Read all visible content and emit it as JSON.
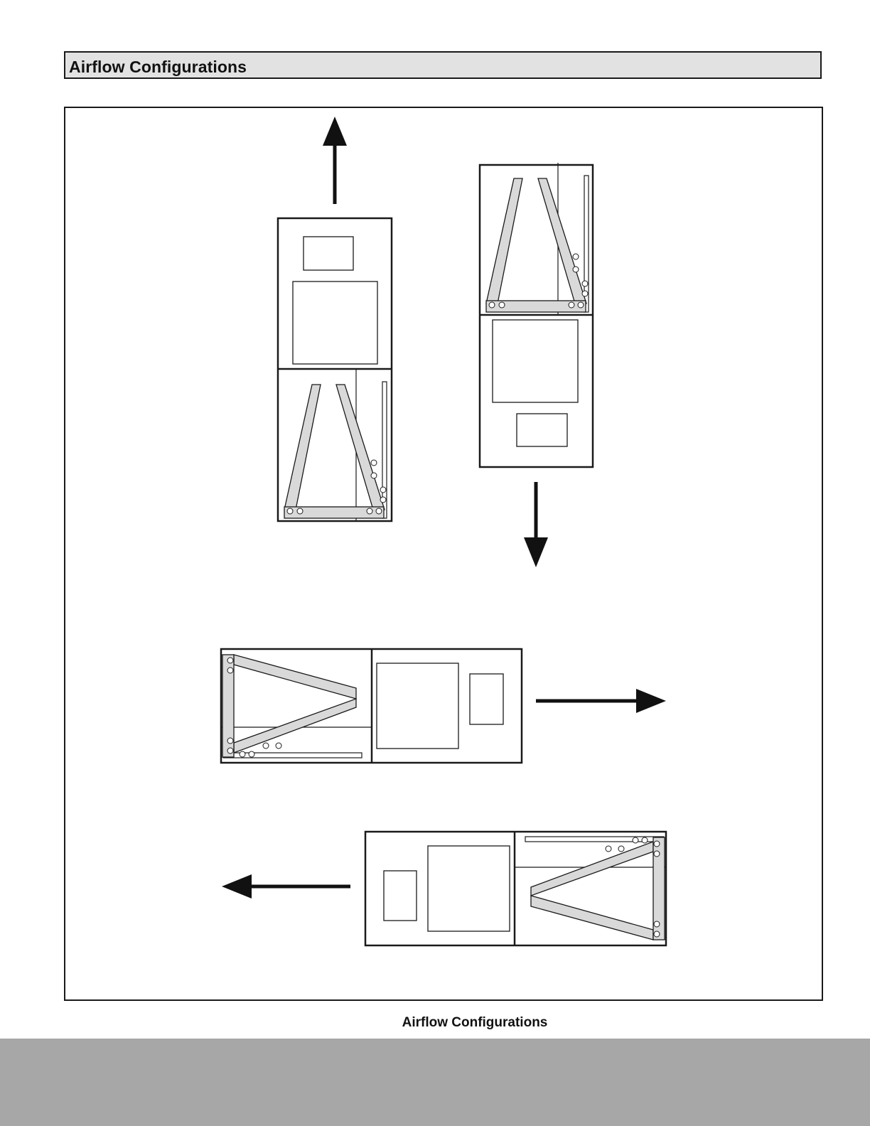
{
  "header": {
    "title": "Airflow Configurations"
  },
  "figure": {
    "caption": "Airflow Configurations",
    "colors": {
      "stroke": "#1a1a1a",
      "coil_fill": "#d9d9d9",
      "footer": "#a8a7a8",
      "header_fill": "#e3e2e2"
    },
    "configurations": [
      {
        "name": "upflow",
        "arrow": "up"
      },
      {
        "name": "downflow",
        "arrow": "down"
      },
      {
        "name": "horizontal-right",
        "arrow": "right"
      },
      {
        "name": "horizontal-left",
        "arrow": "left"
      }
    ]
  }
}
